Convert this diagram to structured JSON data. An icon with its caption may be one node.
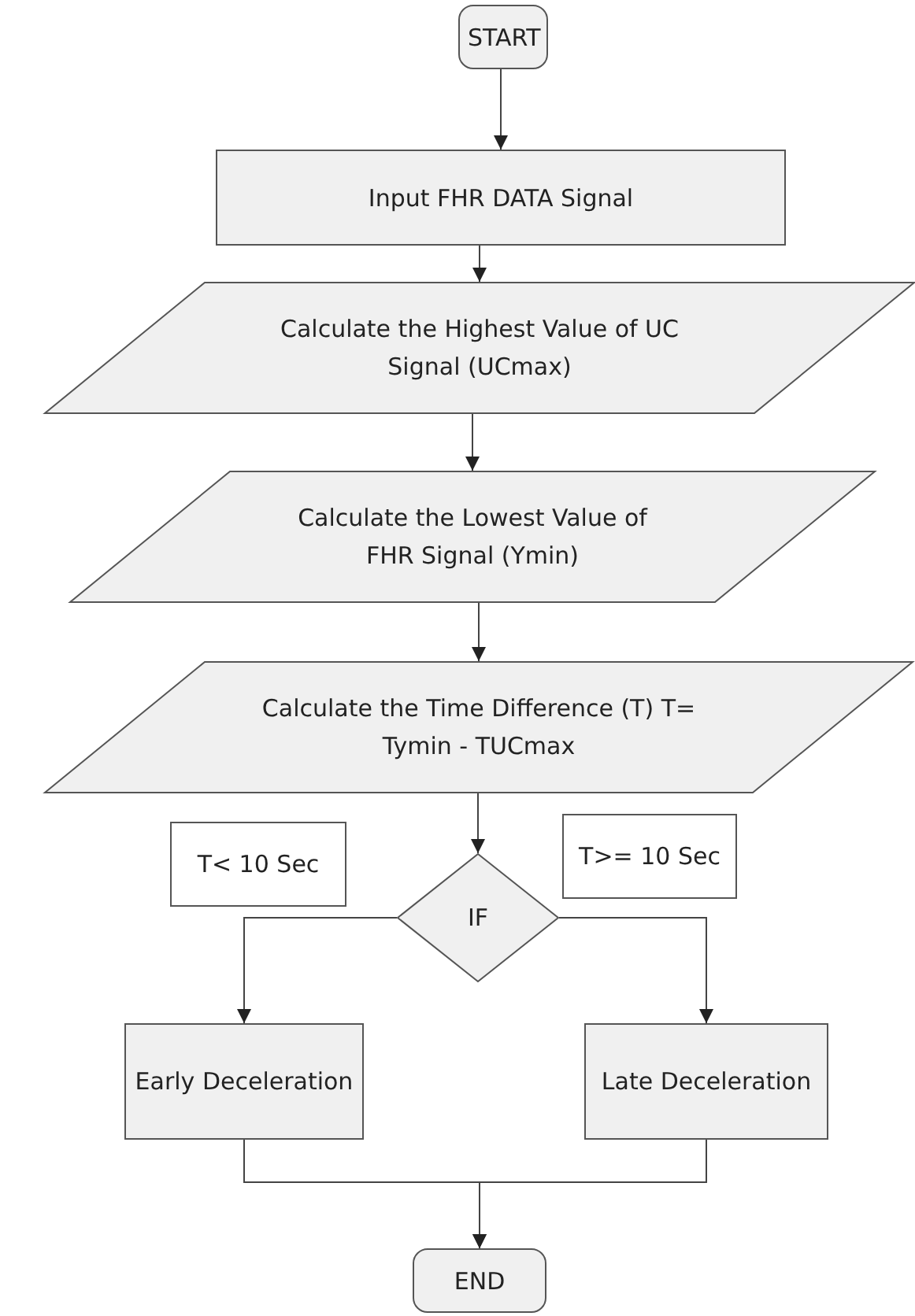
{
  "diagram": {
    "nodes": [
      {
        "text": [
          "START"
        ]
      },
      {
        "text": [
          "Input FHR DATA Signal"
        ]
      },
      {
        "text": [
          "Calculate the Highest Value of UC Signal (UCmax)"
        ]
      },
      {
        "text": [
          "Calculate the Lowest Value of FHR Signal (Ymin)"
        ]
      },
      {
        "text": [
          "Calculate the Time Difference (T) T= Tymin - TUCmax"
        ]
      },
      {
        "text": [
          "T< 10 Sec"
        ]
      },
      {
        "text": [
          "T>= 10 Sec"
        ]
      },
      {
        "text": [
          "IF"
        ]
      },
      {
        "text": [
          "Early Deceleration"
        ]
      },
      {
        "text": [
          "Late Deceleration"
        ]
      },
      {
        "text": [
          "END"
        ]
      }
    ],
    "edges": [
      {
        "from": 0,
        "to": 1,
        "arrow": "to"
      },
      {
        "from": 1,
        "to": 2,
        "arrow": "to"
      },
      {
        "from": 2,
        "to": 3,
        "arrow": "to"
      },
      {
        "from": 3,
        "to": 4,
        "arrow": "to"
      },
      {
        "from": 4,
        "to": 7,
        "arrow": "to"
      },
      {
        "from": 7,
        "to": 8,
        "arrow": "to"
      },
      {
        "from": 7,
        "to": 9,
        "arrow": "to"
      },
      {
        "from": 8,
        "to": 10,
        "arrow": "to"
      },
      {
        "from": 9,
        "to": 10,
        "arrow": "to"
      }
    ]
  }
}
